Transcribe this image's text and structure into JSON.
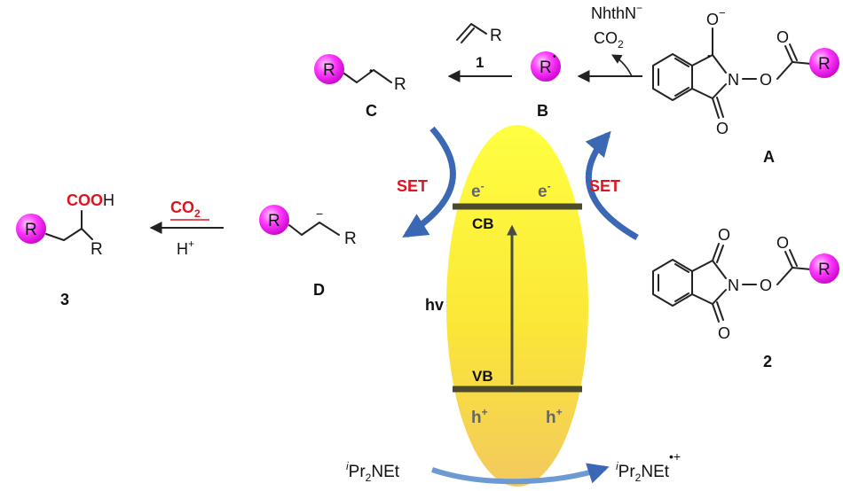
{
  "labels": {
    "C": "C",
    "B": "B",
    "A": "A",
    "D": "D",
    "cmpd2": "2",
    "cmpd3": "3",
    "cmpd1": "1",
    "R": "R"
  },
  "reagents": {
    "nhthn": "NhthN",
    "nhthn_charge": "−",
    "co2_loss": "CO",
    "co2_loss_sub": "2",
    "co2_add": "CO",
    "co2_add_sub": "2",
    "proton": "H",
    "proton_charge": "+",
    "cooh_red": "COO",
    "cooh_h": "H",
    "amine_left_sup": "i",
    "amine_left_main": "Pr",
    "amine_left_sub": "2",
    "amine_left_tail": "NEt",
    "amine_right_sup": "i",
    "amine_right_main": "Pr",
    "amine_right_sub": "2",
    "amine_right_tail": "NEt",
    "amine_right_charge": "•+"
  },
  "semiconductor": {
    "cb": "CB",
    "vb": "VB",
    "electron": "e",
    "electron_charge": "-",
    "hole": "h",
    "hole_charge": "+",
    "light": "hv",
    "set": "SET"
  },
  "atoms": {
    "N": "N",
    "O": "O",
    "O_minus": "−",
    "anion_minus": "−",
    "radical_dot": "•"
  },
  "colors": {
    "ellipse_top": "#ffff33",
    "ellipse_bottom": "#f6d24a",
    "band": "#4d4a2c",
    "set_arrow": "#3a68b4",
    "red_text": "#e0141e",
    "sphere": "#ff28ff"
  }
}
